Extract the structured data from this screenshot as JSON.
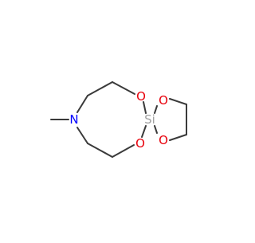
{
  "molecule": {
    "atoms": [
      {
        "id": "si",
        "label": "Si",
        "color": "#a0a0a0"
      },
      {
        "id": "o1",
        "label": "O",
        "color": "#e8000b"
      },
      {
        "id": "o2",
        "label": "O",
        "color": "#e8000b"
      },
      {
        "id": "o3",
        "label": "O",
        "color": "#e8000b"
      },
      {
        "id": "o4",
        "label": "O",
        "color": "#e8000b"
      },
      {
        "id": "n",
        "label": "N",
        "color": "#0000ff"
      }
    ],
    "bond_color": "#3a3a3a"
  }
}
